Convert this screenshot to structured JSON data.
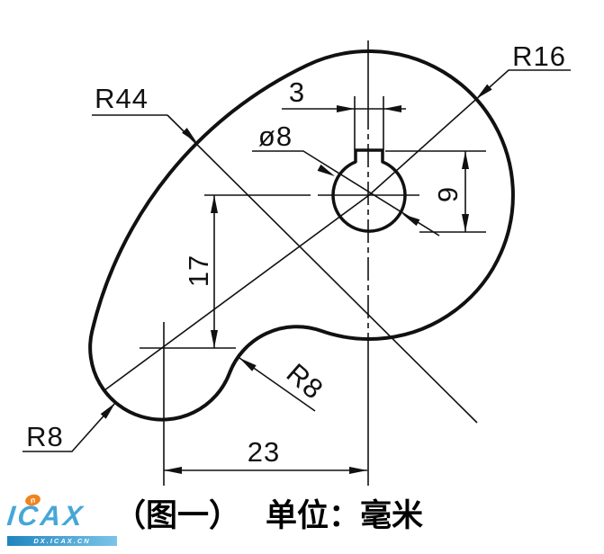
{
  "drawing": {
    "radius_labels": {
      "r44": "R44",
      "r16": "R16",
      "r8_fillet": "R8",
      "r8_lobe": "R8"
    },
    "diameter_labels": {
      "dia8": "ø8"
    },
    "dimensions": {
      "slot_width": "3",
      "slot_depth": "9",
      "vertical_offset": "17",
      "horizontal_offset": "23"
    },
    "caption": {
      "figure_label": "（图一）",
      "unit_label": "单位：毫米"
    },
    "colors": {
      "line": "#111111",
      "background": "#ffffff",
      "logo_blue": "#45a7d8",
      "logo_orange": "#f0831e"
    },
    "logo": {
      "name": "ICAX",
      "url_text": "DX.ICAX.CN",
      "badge": "n"
    }
  }
}
